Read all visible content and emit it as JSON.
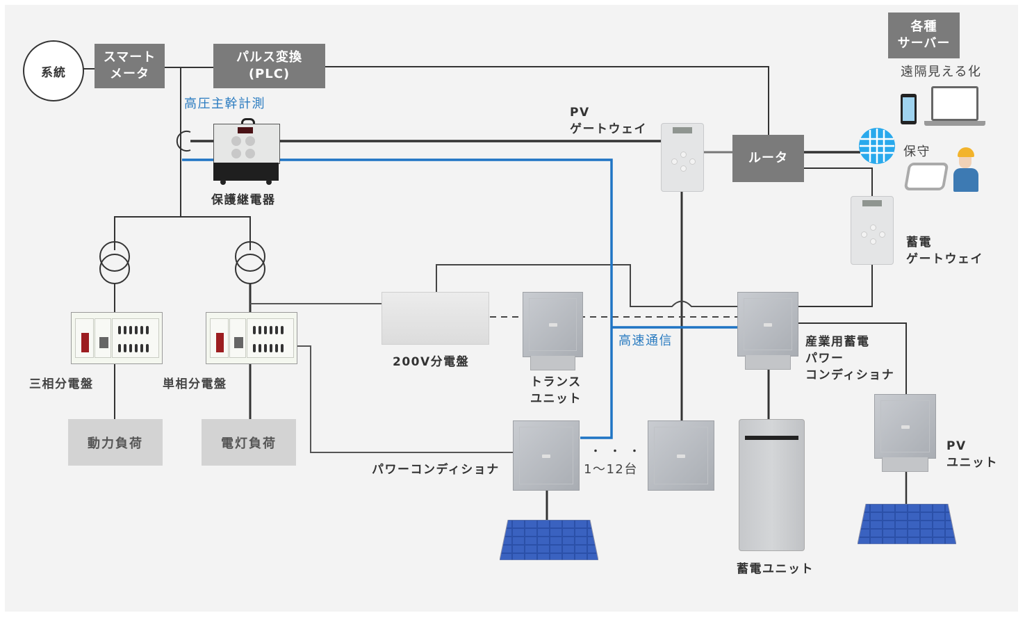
{
  "diagram": {
    "grid": {
      "label": "系統"
    },
    "smart_meter": {
      "line1": "スマート",
      "line2": "メータ"
    },
    "pulse_converter": {
      "line1": "パルス変換",
      "line2": "(PLC)"
    },
    "hv_measurement_label": "高圧主幹計測",
    "protection_relay": {
      "label": "保護継電器"
    },
    "servers": {
      "line1": "各種",
      "line2": "サーバー"
    },
    "remote_view_label": "遠隔見える化",
    "maintenance_label": "保守",
    "pv_gateway": {
      "line1": "PV",
      "line2": "ゲートウェイ"
    },
    "router": {
      "label": "ルータ"
    },
    "storage_gateway": {
      "line1": "蓄電",
      "line2": "ゲートウェイ"
    },
    "three_phase_panel": {
      "label": "三相分電盤"
    },
    "single_phase_panel": {
      "label": "単相分電盤"
    },
    "power_load": {
      "label": "動力負荷"
    },
    "lighting_load": {
      "label": "電灯負荷"
    },
    "dist_200v": {
      "label": "200V分電盤"
    },
    "trans_unit": {
      "line1": "トランス",
      "line2": "ユニット"
    },
    "high_speed_comm_label": "高速通信",
    "industrial_pcs": {
      "line1": "産業用蓄電",
      "line2": "パワー",
      "line3": "コンディショナ"
    },
    "power_conditioner": {
      "label": "パワーコンディショナ"
    },
    "count": {
      "dots": "・・・",
      "label": "1〜12台"
    },
    "storage_unit": {
      "label": "蓄電ユニット"
    },
    "pv_unit": {
      "line1": "PV",
      "line2": "ユニット"
    }
  },
  "colors": {
    "background": "#f3f3f3",
    "box_dark": "#7b7b7b",
    "box_light": "#d3d3d3",
    "wire": "#333333",
    "comm_line": "#1f74c4",
    "label_blue": "#2a7bc0",
    "globe": "#29a9ec"
  }
}
